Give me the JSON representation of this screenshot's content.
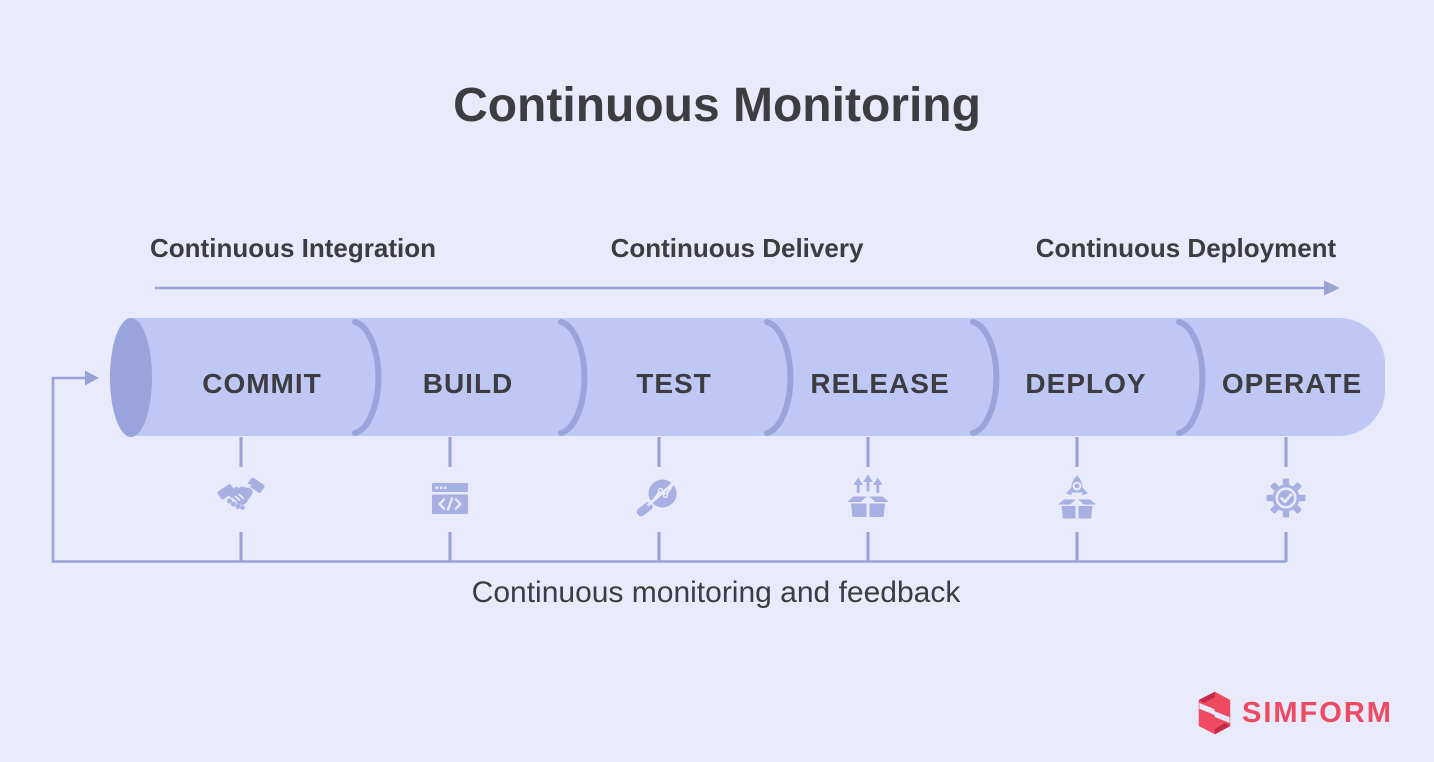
{
  "title": "Continuous Monitoring",
  "phases": [
    {
      "label": "Continuous Integration"
    },
    {
      "label": "Continuous Delivery"
    },
    {
      "label": "Continuous Deployment"
    }
  ],
  "pipeline": {
    "stages": [
      {
        "label": "COMMIT",
        "icon": "handshake"
      },
      {
        "label": "BUILD",
        "icon": "code-window"
      },
      {
        "label": "TEST",
        "icon": "magnifier-chart"
      },
      {
        "label": "RELEASE",
        "icon": "box-arrows-up"
      },
      {
        "label": "DEPLOY",
        "icon": "rocket-box"
      },
      {
        "label": "OPERATE",
        "icon": "gear-check"
      }
    ]
  },
  "feedback_label": "Continuous monitoring and feedback",
  "brand": {
    "name": "SIMFORM"
  },
  "colors": {
    "background": "#e9eafb",
    "cylinder_body": "#bfc8f4",
    "cylinder_cap": "#99a3dc",
    "divider": "#9aa4dc",
    "connector": "#98a2d6",
    "icon_color": "#a6b0e3",
    "text": "#3c3c41",
    "brand_pink": "#ee4a62"
  }
}
